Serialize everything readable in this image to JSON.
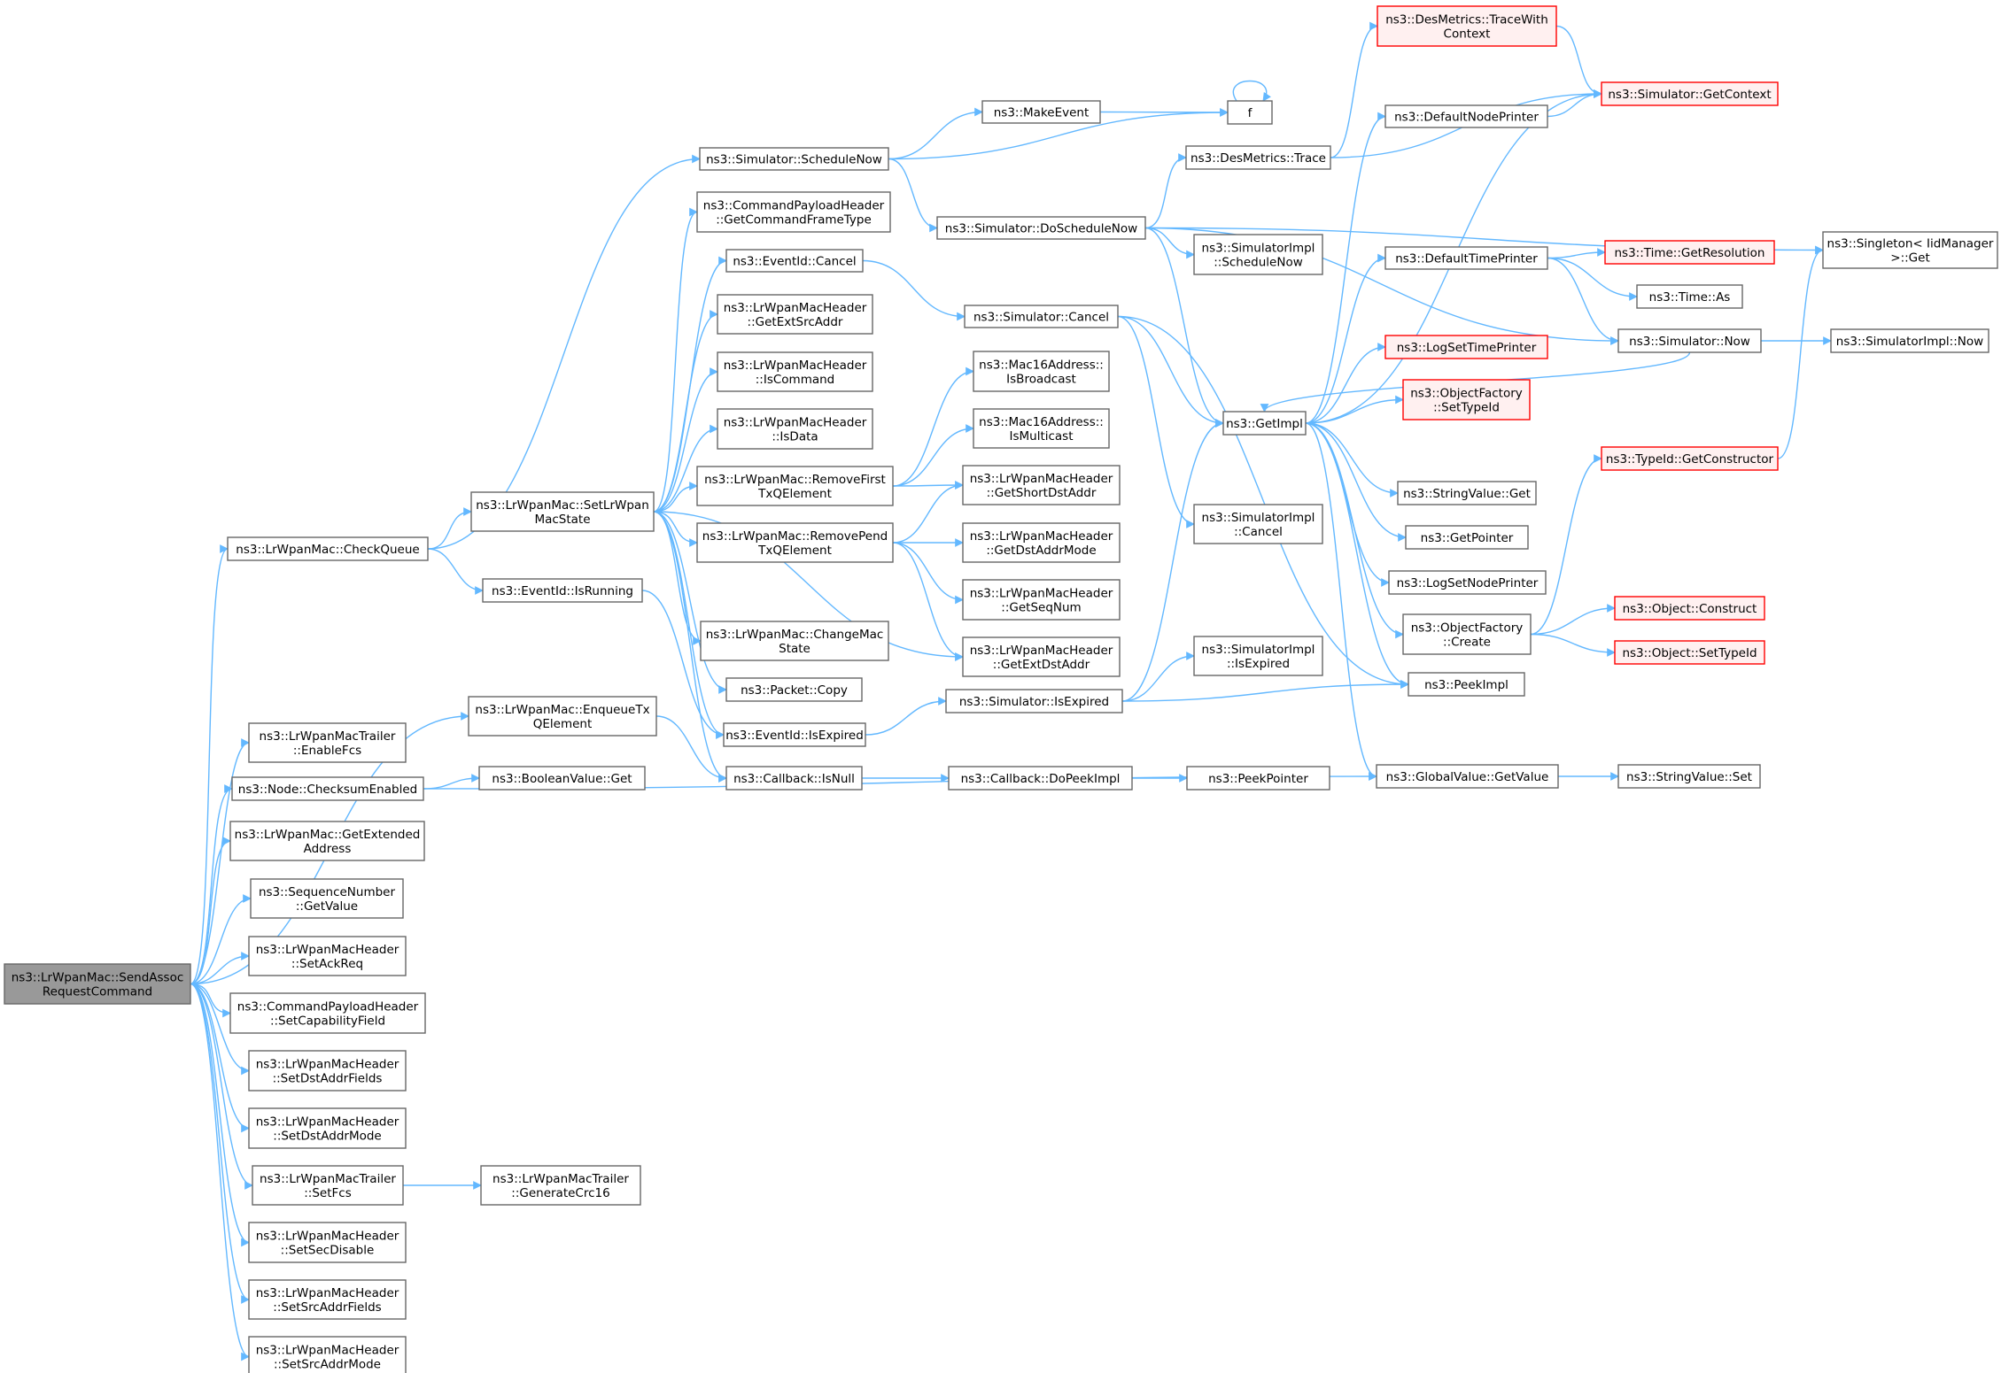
{
  "colors": {
    "edge": "#63b8ff",
    "node_border": "#666666",
    "red_border": "#ff0000",
    "red_fill": "#fff0f0",
    "root_fill": "#999999"
  },
  "nodes": [
    {
      "id": "root",
      "lines": [
        "ns3::LrWpanMac::SendAssoc",
        "RequestCommand"
      ],
      "style": "root"
    },
    {
      "id": "checkqueue",
      "lines": [
        "ns3::LrWpanMac::CheckQueue"
      ]
    },
    {
      "id": "enqueuetx",
      "lines": [
        "ns3::LrWpanMac::EnqueueTx",
        "QElement"
      ]
    },
    {
      "id": "enablefcs",
      "lines": [
        "ns3::LrWpanMacTrailer",
        "::EnableFcs"
      ]
    },
    {
      "id": "checksum",
      "lines": [
        "ns3::Node::ChecksumEnabled"
      ]
    },
    {
      "id": "getextaddr",
      "lines": [
        "ns3::LrWpanMac::GetExtended",
        "Address"
      ]
    },
    {
      "id": "seqgetvalue",
      "lines": [
        "ns3::SequenceNumber",
        "::GetValue"
      ]
    },
    {
      "id": "setackreq",
      "lines": [
        "ns3::LrWpanMacHeader",
        "::SetAckReq"
      ]
    },
    {
      "id": "setcapfield",
      "lines": [
        "ns3::CommandPayloadHeader",
        "::SetCapabilityField"
      ]
    },
    {
      "id": "setdstaddrfields",
      "lines": [
        "ns3::LrWpanMacHeader",
        "::SetDstAddrFields"
      ]
    },
    {
      "id": "setdstaddrmode",
      "lines": [
        "ns3::LrWpanMacHeader",
        "::SetDstAddrMode"
      ]
    },
    {
      "id": "setfcs",
      "lines": [
        "ns3::LrWpanMacTrailer",
        "::SetFcs"
      ]
    },
    {
      "id": "setsecdisable",
      "lines": [
        "ns3::LrWpanMacHeader",
        "::SetSecDisable"
      ]
    },
    {
      "id": "setsrcaddrfields",
      "lines": [
        "ns3::LrWpanMacHeader",
        "::SetSrcAddrFields"
      ]
    },
    {
      "id": "setsrcaddrmode",
      "lines": [
        "ns3::LrWpanMacHeader",
        "::SetSrcAddrMode"
      ]
    },
    {
      "id": "setlrwpanstate",
      "lines": [
        "ns3::LrWpanMac::SetLrWpan",
        "MacState"
      ]
    },
    {
      "id": "isrunning",
      "lines": [
        "ns3::EventId::IsRunning"
      ]
    },
    {
      "id": "booleanget",
      "lines": [
        "ns3::BooleanValue::Get"
      ]
    },
    {
      "id": "gencrc16",
      "lines": [
        "ns3::LrWpanMacTrailer",
        "::GenerateCrc16"
      ]
    },
    {
      "id": "schedulenow",
      "lines": [
        "ns3::Simulator::ScheduleNow"
      ]
    },
    {
      "id": "getcmdframetype",
      "lines": [
        "ns3::CommandPayloadHeader",
        "::GetCommandFrameType"
      ]
    },
    {
      "id": "eventcancel",
      "lines": [
        "ns3::EventId::Cancel"
      ]
    },
    {
      "id": "getextsrcaddr",
      "lines": [
        "ns3::LrWpanMacHeader",
        "::GetExtSrcAddr"
      ]
    },
    {
      "id": "iscommand",
      "lines": [
        "ns3::LrWpanMacHeader",
        "::IsCommand"
      ]
    },
    {
      "id": "isdata",
      "lines": [
        "ns3::LrWpanMacHeader",
        "::IsData"
      ]
    },
    {
      "id": "removefirst",
      "lines": [
        "ns3::LrWpanMac::RemoveFirst",
        "TxQElement"
      ]
    },
    {
      "id": "removepend",
      "lines": [
        "ns3::LrWpanMac::RemovePend",
        "TxQElement"
      ]
    },
    {
      "id": "changemacstate",
      "lines": [
        "ns3::LrWpanMac::ChangeMac",
        "State"
      ]
    },
    {
      "id": "packetcopy",
      "lines": [
        "ns3::Packet::Copy"
      ]
    },
    {
      "id": "eventisexpired",
      "lines": [
        "ns3::EventId::IsExpired"
      ]
    },
    {
      "id": "callbackisnull",
      "lines": [
        "ns3::Callback::IsNull"
      ]
    },
    {
      "id": "makeevent",
      "lines": [
        "ns3::MakeEvent"
      ]
    },
    {
      "id": "doschedulenow",
      "lines": [
        "ns3::Simulator::DoScheduleNow"
      ]
    },
    {
      "id": "simcancel",
      "lines": [
        "ns3::Simulator::Cancel"
      ]
    },
    {
      "id": "isbroadcast",
      "lines": [
        "ns3::Mac16Address::",
        "IsBroadcast"
      ]
    },
    {
      "id": "ismulticast",
      "lines": [
        "ns3::Mac16Address::",
        "IsMulticast"
      ]
    },
    {
      "id": "getshortdstaddr",
      "lines": [
        "ns3::LrWpanMacHeader",
        "::GetShortDstAddr"
      ]
    },
    {
      "id": "getdstaddrmode",
      "lines": [
        "ns3::LrWpanMacHeader",
        "::GetDstAddrMode"
      ]
    },
    {
      "id": "getseqnum",
      "lines": [
        "ns3::LrWpanMacHeader",
        "::GetSeqNum"
      ]
    },
    {
      "id": "getextdstaddr",
      "lines": [
        "ns3::LrWpanMacHeader",
        "::GetExtDstAddr"
      ]
    },
    {
      "id": "simisexpired",
      "lines": [
        "ns3::Simulator::IsExpired"
      ]
    },
    {
      "id": "dopeekimpl",
      "lines": [
        "ns3::Callback::DoPeekImpl"
      ]
    },
    {
      "id": "f",
      "lines": [
        "f"
      ]
    },
    {
      "id": "desmetricstrace",
      "lines": [
        "ns3::DesMetrics::Trace"
      ]
    },
    {
      "id": "simimplschedulenow",
      "lines": [
        "ns3::SimulatorImpl",
        "::ScheduleNow"
      ]
    },
    {
      "id": "getimpl",
      "lines": [
        "ns3::GetImpl"
      ]
    },
    {
      "id": "simimplcancel",
      "lines": [
        "ns3::SimulatorImpl",
        "::Cancel"
      ]
    },
    {
      "id": "simimplisexpired",
      "lines": [
        "ns3::SimulatorImpl",
        "::IsExpired"
      ]
    },
    {
      "id": "peekpointer",
      "lines": [
        "ns3::PeekPointer"
      ]
    },
    {
      "id": "tracewithcontext",
      "lines": [
        "ns3::DesMetrics::TraceWith",
        "Context"
      ],
      "style": "red"
    },
    {
      "id": "defaultnodeprinter",
      "lines": [
        "ns3::DefaultNodePrinter"
      ]
    },
    {
      "id": "defaulttimeprinter",
      "lines": [
        "ns3::DefaultTimePrinter"
      ]
    },
    {
      "id": "logsettimeprinter",
      "lines": [
        "ns3::LogSetTimePrinter"
      ],
      "style": "red"
    },
    {
      "id": "objfactsettypeid",
      "lines": [
        "ns3::ObjectFactory",
        "::SetTypeId"
      ],
      "style": "red"
    },
    {
      "id": "stringvalueget",
      "lines": [
        "ns3::StringValue::Get"
      ]
    },
    {
      "id": "getpointer",
      "lines": [
        "ns3::GetPointer"
      ]
    },
    {
      "id": "logsetnodeprinter",
      "lines": [
        "ns3::LogSetNodePrinter"
      ]
    },
    {
      "id": "objfactcreate",
      "lines": [
        "ns3::ObjectFactory",
        "::Create"
      ]
    },
    {
      "id": "peekimpl",
      "lines": [
        "ns3::PeekImpl"
      ]
    },
    {
      "id": "globalvaluegetvalue",
      "lines": [
        "ns3::GlobalValue::GetValue"
      ]
    },
    {
      "id": "getcontext",
      "lines": [
        "ns3::Simulator::GetContext"
      ],
      "style": "red"
    },
    {
      "id": "timegetresolution",
      "lines": [
        "ns3::Time::GetResolution"
      ],
      "style": "red"
    },
    {
      "id": "timeas",
      "lines": [
        "ns3::Time::As"
      ]
    },
    {
      "id": "simnow",
      "lines": [
        "ns3::Simulator::Now"
      ]
    },
    {
      "id": "typeidgetconstructor",
      "lines": [
        "ns3::TypeId::GetConstructor"
      ],
      "style": "red"
    },
    {
      "id": "objectconstruct",
      "lines": [
        "ns3::Object::Construct"
      ],
      "style": "red"
    },
    {
      "id": "objectsettypeid",
      "lines": [
        "ns3::Object::SetTypeId"
      ],
      "style": "red"
    },
    {
      "id": "stringvalueset",
      "lines": [
        "ns3::StringValue::Set"
      ]
    },
    {
      "id": "singletonget",
      "lines": [
        "ns3::Singleton< IidManager",
        " >::Get"
      ]
    },
    {
      "id": "simimplnow",
      "lines": [
        "ns3::SimulatorImpl::Now"
      ]
    }
  ]
}
